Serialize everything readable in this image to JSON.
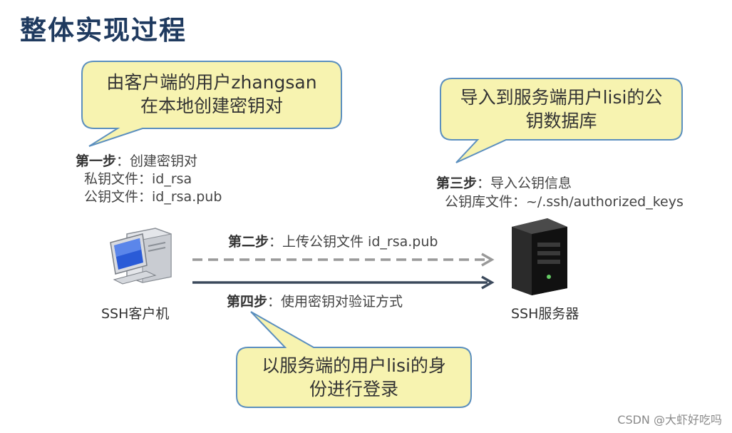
{
  "title": "整体实现过程",
  "callouts": {
    "client_create": {
      "line1": "由客户端的用户zhangsan",
      "line2": "在本地创建密钥对"
    },
    "server_import": {
      "line1": "导入到服务端用户lisi的公",
      "line2": "钥数据库"
    },
    "login": {
      "line1": "以服务端的用户lisi的身",
      "line2": "份进行登录"
    }
  },
  "steps": {
    "step1": {
      "label": "第一步",
      "text": "：创建密钥对",
      "line2": "私钥文件：id_rsa",
      "line3": "公钥文件：id_rsa.pub"
    },
    "step2": {
      "label": "第二步",
      "text": "：上传公钥文件 id_rsa.pub"
    },
    "step3": {
      "label": "第三步",
      "text": "：导入公钥信息",
      "line2": "公钥库文件：~/.ssh/authorized_keys"
    },
    "step4": {
      "label": "第四步",
      "text": "：使用密钥对验证方式"
    }
  },
  "nodes": {
    "client": "SSH客户机",
    "server": "SSH服务器"
  },
  "watermark": "CSDN @大虾好吃吗",
  "colors": {
    "title": "#1f3a5f",
    "callout_fill": "#f7f3b0",
    "callout_border": "#5b8fbf",
    "dashed_arrow": "#999999",
    "solid_arrow": "#3c4a5c"
  }
}
